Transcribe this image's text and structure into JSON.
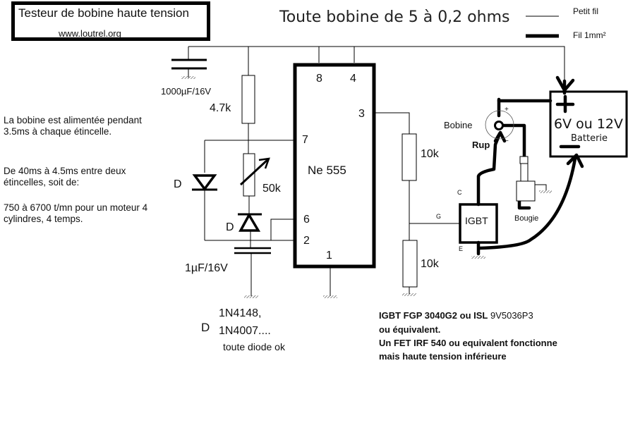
{
  "title_box": {
    "title": "Testeur de bobine haute tension",
    "url": "www.loutrel.org"
  },
  "headline": "Toute bobine de 5 à 0,2 ohms",
  "legend": {
    "thin_wire": "Petit fil",
    "thick_wire": "Fil 1mm²"
  },
  "notes": [
    "La bobine est alimentée pendant 3.5ms à chaque étincelle.",
    "De 40ms à 4.5ms entre deux étincelles, soit de:",
    "750 à 6700 t/mn pour un moteur 4 cylindres, 4 temps."
  ],
  "components": {
    "cap_large": "1000µF/16V",
    "res_pullup": "4.7k",
    "pot": "50k",
    "cap_small": "1µF/16V",
    "diode_left": "D",
    "diode_mid": "D",
    "res_top_divider": "10k",
    "res_bottom_divider": "10k",
    "ic_name": "Ne 555",
    "igbt": "IGBT",
    "coil": "Bobine",
    "rup": "Rup",
    "spark_plug": "Bougie",
    "battery_voltage": "6V ou 12V",
    "battery": "Batterie",
    "plus": "+",
    "minus": "−",
    "coil_plus": "+",
    "coil_minus": "−"
  },
  "ic_pins": {
    "p8": "8",
    "p4": "4",
    "p3": "3",
    "p7": "7",
    "p6": "6",
    "p2": "2",
    "p1": "1"
  },
  "igbt_pins": {
    "collector": "C",
    "gate": "G",
    "emitter": "E"
  },
  "diode_note": {
    "label": "D",
    "line1": "1N4148,",
    "line2": "1N4007....",
    "line3": "toute diode ok"
  },
  "igbt_note": {
    "line1_bold": "IGBT FGP 3040G2  ou ISL",
    "line1_regular": " 9V5036P3",
    "line2": "ou équivalent.",
    "line3": "Un FET IRF 540 ou equivalent fonctionne",
    "line4": "mais haute tension inférieure"
  }
}
